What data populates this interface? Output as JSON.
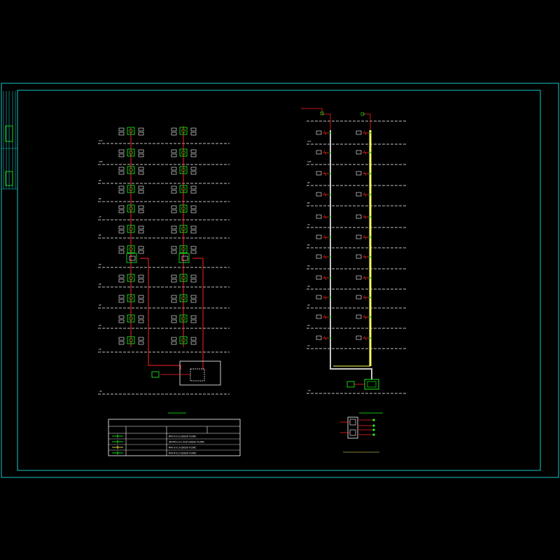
{
  "colors": {
    "background": "#000000",
    "frame": "#19c8c8",
    "riser": "#ff2020",
    "device": "#19ff19",
    "floor_line": "#ffffff",
    "trunk": "#ffff60",
    "text": "#ffffff"
  },
  "left_diagram": {
    "caption": "",
    "floor_labels": [
      "11F",
      "10F",
      "9F",
      "8F",
      "7F",
      "6F",
      "5F",
      "4F",
      "3F",
      "2F",
      "1F",
      "-1F"
    ],
    "junction_box_label": "",
    "source_label": ""
  },
  "right_diagram": {
    "caption": "",
    "floor_labels": [
      "11F",
      "10F",
      "9F",
      "8F",
      "7F",
      "6F",
      "5F",
      "4F",
      "3F",
      "2F",
      "1F",
      "-1F"
    ],
    "source_label": "",
    "distribution_box_label": ""
  },
  "legend_table": {
    "title": "",
    "headers": [
      "",
      "",
      "",
      ""
    ],
    "rows": [
      {
        "code": "",
        "description": "RVV-2×1.0  JDG20 FC/WC"
      },
      {
        "code": "",
        "description": "ZR-RYS-2×1.5mm  JDG20 FC/WC"
      },
      {
        "code": "",
        "description": "RVV-2×1.0  JDG20 FC/WC"
      },
      {
        "code": "",
        "description": "KVV-4×1.5  JDG20 FC/WC"
      }
    ]
  },
  "detail": {
    "caption": "",
    "subcaption": "",
    "title": "",
    "title_note": ""
  },
  "title_block": {
    "labels": []
  }
}
